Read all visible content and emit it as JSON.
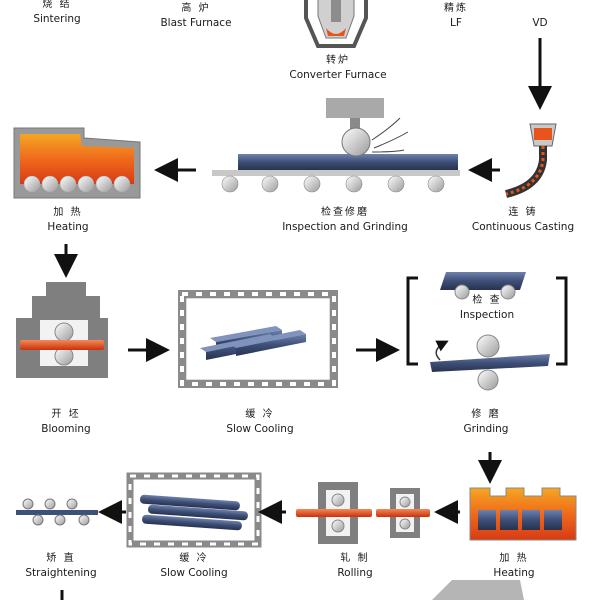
{
  "steps": {
    "sintering": {
      "zh": "烧 结",
      "en": "Sintering"
    },
    "blast_furnace": {
      "zh": "高 炉",
      "en": "Blast Furnace"
    },
    "converter": {
      "zh": "转炉",
      "en": "Converter Furnace"
    },
    "lf": {
      "zh": "精炼",
      "en": "LF"
    },
    "vd": {
      "zh": "",
      "en": "VD"
    },
    "continuous_casting": {
      "zh": "连 铸",
      "en": "Continuous Casting"
    },
    "inspection_grinding": {
      "zh": "检查修磨",
      "en": "Inspection and Grinding"
    },
    "heating_1": {
      "zh": "加 热",
      "en": "Heating"
    },
    "blooming": {
      "zh": "开 坯",
      "en": "Blooming"
    },
    "slow_cooling_1": {
      "zh": "缓 冷",
      "en": "Slow Cooling"
    },
    "inspection": {
      "zh": "检 查",
      "en": "Inspection"
    },
    "grinding": {
      "zh": "修 磨",
      "en": "Grinding"
    },
    "heating_2": {
      "zh": "加 热",
      "en": "Heating"
    },
    "rolling": {
      "zh": "轧 制",
      "en": "Rolling"
    },
    "slow_cooling_2": {
      "zh": "缓 冷",
      "en": "Slow Cooling"
    },
    "straightening": {
      "zh": "矫 直",
      "en": "Straightening"
    }
  },
  "colors": {
    "arrow": "#111111",
    "frame": "#8a8a8a",
    "machine": "#7f7f7f",
    "hot_orange": "#e8541c",
    "steel_blue": "#3e4f78"
  }
}
